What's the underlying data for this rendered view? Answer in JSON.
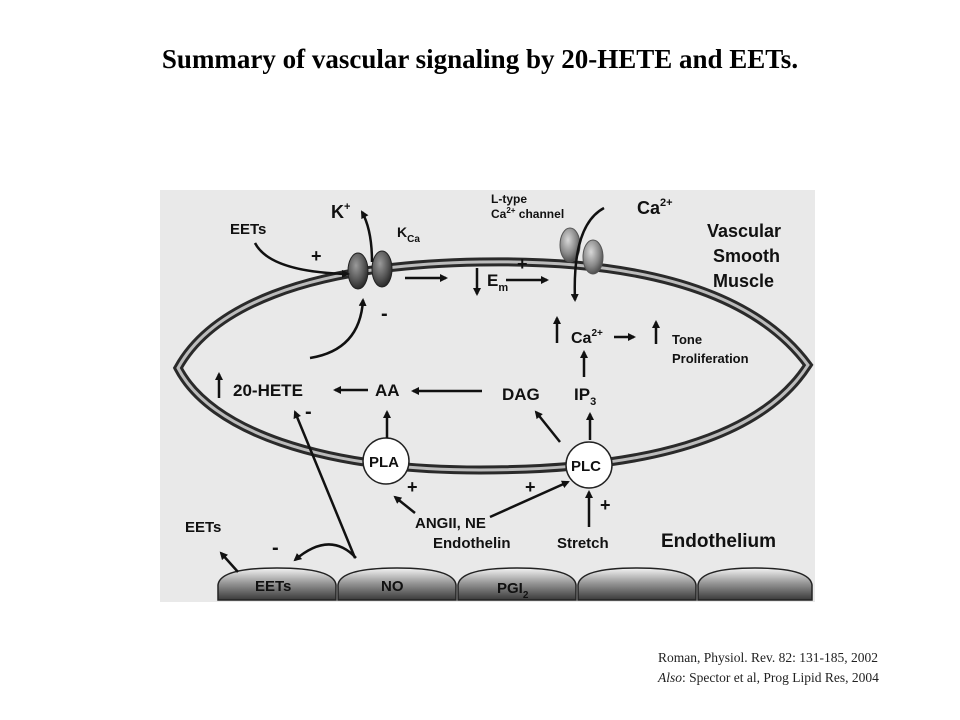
{
  "title": "Summary of vascular signaling by 20-HETE and EETs.",
  "labels": {
    "k_plus": "K",
    "k_sup": "+",
    "eets_top": "EETs",
    "kca": "K",
    "kca_sub": "Ca",
    "plus_eets": "+",
    "minus_hete": "-",
    "ltype_line1": "L-type",
    "ltype_line2_a": "Ca",
    "ltype_line2_sup": "2+",
    "ltype_line2_b": " channel",
    "ca_top": "Ca",
    "ca_top_sup": "2+",
    "vsm_line1": "Vascular",
    "vsm_line2": "Smooth",
    "vsm_line3": "Muscle",
    "em": "E",
    "em_sub": "m",
    "plus_em": "+",
    "ca_mid": "Ca",
    "ca_mid_sup": "2+",
    "tone": "Tone",
    "proliferation": "Proliferation",
    "hete": "20-HETE",
    "aa": "AA",
    "dag": "DAG",
    "ip3": "IP",
    "ip3_sub": "3",
    "minus_hete2": "-",
    "pla": "PLA",
    "plc": "PLC",
    "plus_pla": "+",
    "plus_plc": "+",
    "plus_stretch": "+",
    "angii": "ANGII, NE",
    "endothelin": "Endothelin",
    "stretch": "Stretch",
    "endothelium": "Endothelium",
    "eets_left": "EETs",
    "minus_no": "-",
    "cell_eets": "EETs",
    "cell_no": "NO",
    "cell_pgi": "PGI",
    "cell_pgi_sub": "2"
  },
  "citation": {
    "line1": "Roman, Physiol. Rev. 82: 131-185, 2002",
    "also": "Also",
    "line2": ": Spector et al, Prog Lipid Res, 2004"
  }
}
